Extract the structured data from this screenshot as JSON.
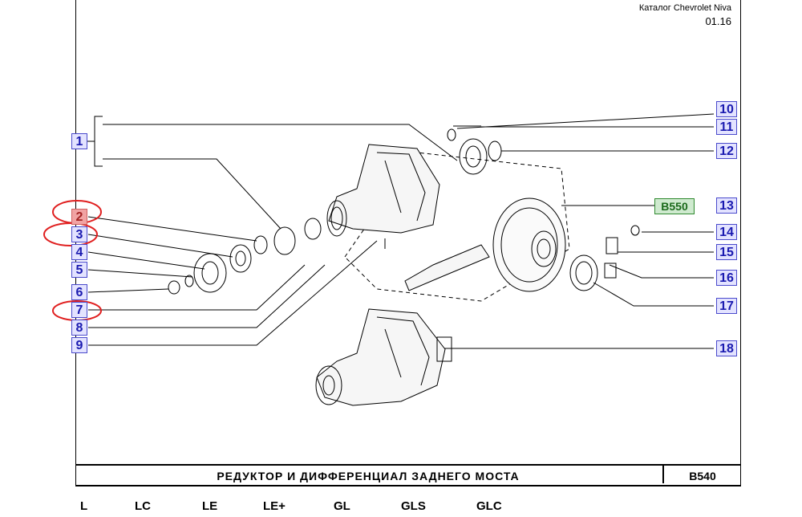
{
  "header": {
    "catalog": "Каталог Chevrolet Niva",
    "page": "01.16"
  },
  "callouts": [
    "1",
    "2",
    "3",
    "4",
    "5",
    "6",
    "7",
    "8",
    "9",
    "10",
    "11",
    "12",
    "13",
    "14",
    "15",
    "16",
    "17",
    "18"
  ],
  "reference": "B550",
  "title": "РЕДУКТОР И ДИФФЕРЕНЦИАЛ ЗАДНЕГО МОСТА",
  "code": "B540",
  "variants": [
    "L",
    "LC",
    "LE",
    "LE+",
    "GL",
    "GLS",
    "GLC"
  ],
  "colors": {
    "callout_fill": "#e3e3ff",
    "callout_text": "#1a1ab0",
    "highlight_fill": "#f1a3a3",
    "highlight_ring": "#e02020",
    "reference_fill": "#cfeacf"
  }
}
